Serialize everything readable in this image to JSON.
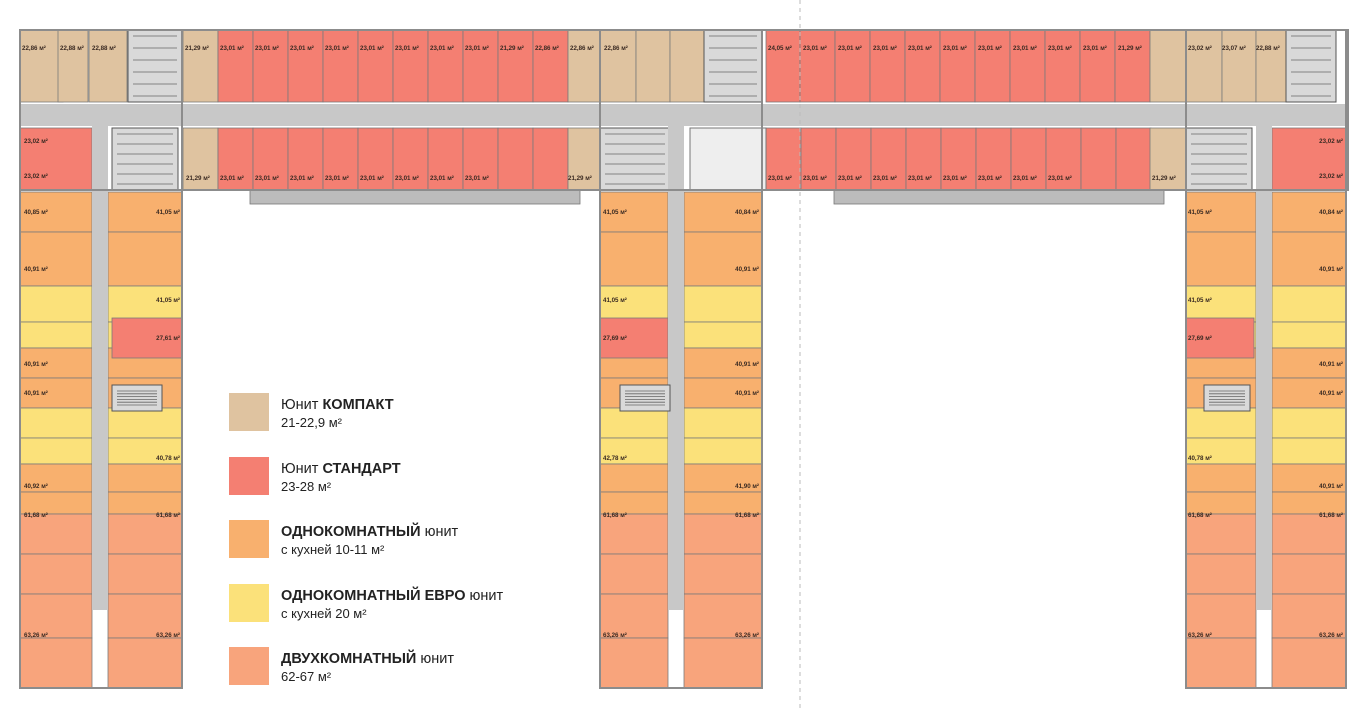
{
  "colors": {
    "compact": "#dfc3a0",
    "standard": "#f47f72",
    "one_room": "#f8b06e",
    "euro": "#fbe17a",
    "two_room": "#f8a47c",
    "corridor": "#c8c8c8",
    "wall": "#8c8c8c",
    "core": "#d9d9d9"
  },
  "legend": [
    {
      "bold": "КОМПАКТ",
      "prefix": "Юнит ",
      "suffix": "",
      "sub": "21-22,9 м²",
      "color": "compact"
    },
    {
      "bold": "СТАНДАРТ",
      "prefix": "Юнит ",
      "suffix": "",
      "sub": "23-28 м²",
      "color": "standard"
    },
    {
      "bold": "ОДНОКОМНАТНЫЙ",
      "prefix": "",
      "suffix": " юнит",
      "sub": "с кухней 10-11 м²",
      "color": "one_room"
    },
    {
      "bold": "ОДНОКОМНАТНЫЙ ЕВРО",
      "prefix": "",
      "suffix": " юнит",
      "sub": "с кухней 20 м²",
      "color": "euro"
    },
    {
      "bold": "ДВУХКОМНАТНЫЙ",
      "prefix": "",
      "suffix": " юнит",
      "sub": "62-67 м²",
      "color": "two_room"
    }
  ],
  "labels": {
    "top_row_1": [
      "22,86 м²",
      "22,88 м²",
      "22,88 м²",
      "21,29 м²",
      "23,01 м²",
      "23,01 м²",
      "23,01 м²",
      "23,01 м²",
      "23,01 м²",
      "23,01 м²",
      "23,01 м²",
      "23,01 м²",
      "21,29 м²",
      "22,86 м²",
      "22,86 м²",
      "22,86 м²"
    ],
    "top_row_2": [
      "24,05 м²",
      "23,01 м²",
      "23,01 м²",
      "23,01 м²",
      "23,01 м²",
      "23,01 м²",
      "23,01 м²",
      "23,01 м²",
      "23,01 м²",
      "23,01 м²",
      "21,29 м²",
      "23,02 м²",
      "23,07 м²",
      "22,88 м²"
    ],
    "bottom_row_1": [
      "21,29 м²",
      "23,01 м²",
      "23,01 м²",
      "23,01 м²",
      "23,01 м²",
      "23,01 м²",
      "23,01 м²",
      "23,01 м²",
      "23,01 м²",
      "21,29 м²"
    ],
    "bottom_row_2": [
      "23,01 м²",
      "23,01 м²",
      "23,01 м²",
      "23,01 м²",
      "23,01 м²",
      "23,01 м²",
      "23,01 м²",
      "23,01 м²",
      "23,01 м²",
      "21,29 м²"
    ],
    "wing_left_outer": [
      "23,02 м²",
      "23,02 м²",
      "40,85 м²",
      "40,91 м²",
      "40,91 м²",
      "40,91 м²",
      "40,92 м²",
      "61,68 м²",
      "63,26 м²"
    ],
    "wing_left_inner": [
      "41,05 м²",
      "41,05 м²",
      "27,61 м²",
      "40,78 м²",
      "61,68 м²",
      "63,26 м²"
    ],
    "wing_mid_left": [
      "41,05 м²",
      "41,05 м²",
      "27,69 м²",
      "42,78 м²",
      "61,68 м²",
      "63,26 м²"
    ],
    "wing_mid_right": [
      "40,84 м²",
      "40,91 м²",
      "40,91 м²",
      "40,91 м²",
      "41,90 м²",
      "61,68 м²",
      "63,26 м²"
    ],
    "wing_right_inner": [
      "23,02 м²",
      "23,02 м²",
      "41,05 м²",
      "41,05 м²",
      "27,69 м²",
      "40,78 м²",
      "61,68 м²",
      "63,26 м²"
    ],
    "wing_right_outer": [
      "40,84 м²",
      "40,91 м²",
      "40,91 м²",
      "40,91 м²",
      "40,91 м²",
      "61,68 м²",
      "63,26 м²"
    ]
  }
}
